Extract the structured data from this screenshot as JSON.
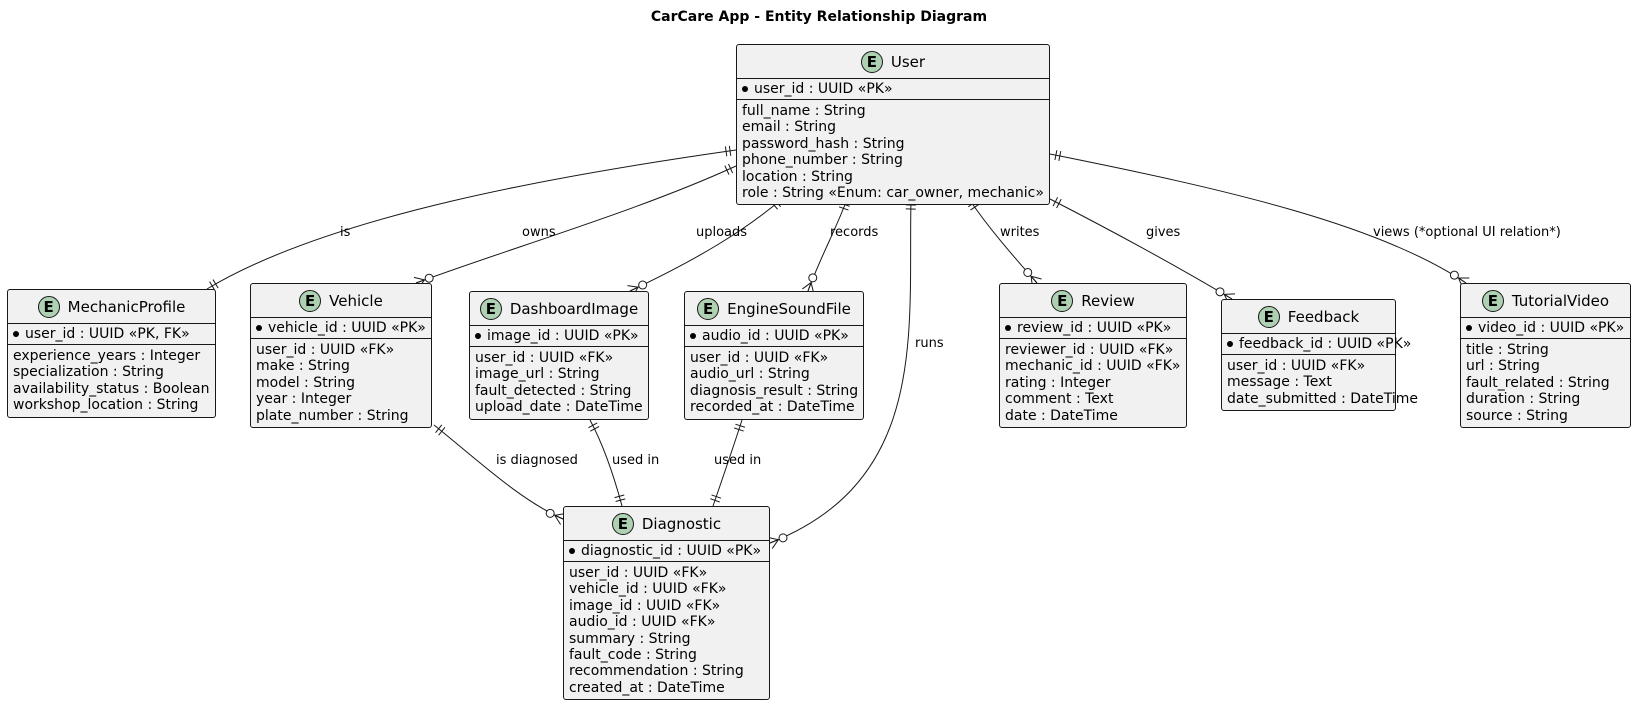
{
  "title": "CarCare App - Entity Relationship Diagram",
  "badge_letter": "E",
  "entities": [
    {
      "id": "user",
      "name": "User",
      "pk": "user_id : UUID «PK»",
      "attrs": [
        "full_name : String",
        "email : String",
        "password_hash : String",
        "phone_number : String",
        "location : String",
        "role : String «Enum: car_owner, mechanic»"
      ]
    },
    {
      "id": "mechanic",
      "name": "MechanicProfile",
      "pk": "user_id : UUID «PK, FK»",
      "attrs": [
        "experience_years : Integer",
        "specialization : String",
        "availability_status : Boolean",
        "workshop_location : String"
      ]
    },
    {
      "id": "vehicle",
      "name": "Vehicle",
      "pk": "vehicle_id : UUID «PK»",
      "attrs": [
        "user_id : UUID «FK»",
        "make : String",
        "model : String",
        "year : Integer",
        "plate_number : String"
      ]
    },
    {
      "id": "dashboard",
      "name": "DashboardImage",
      "pk": "image_id : UUID «PK»",
      "attrs": [
        "user_id : UUID «FK»",
        "image_url : String",
        "fault_detected : String",
        "upload_date : DateTime"
      ]
    },
    {
      "id": "engine",
      "name": "EngineSoundFile",
      "pk": "audio_id : UUID «PK»",
      "attrs": [
        "user_id : UUID «FK»",
        "audio_url : String",
        "diagnosis_result : String",
        "recorded_at : DateTime"
      ]
    },
    {
      "id": "review",
      "name": "Review",
      "pk": "review_id : UUID «PK»",
      "attrs": [
        "reviewer_id : UUID «FK»",
        "mechanic_id : UUID «FK»",
        "rating : Integer",
        "comment : Text",
        "date : DateTime"
      ]
    },
    {
      "id": "feedback",
      "name": "Feedback",
      "pk": "feedback_id : UUID «PK»",
      "attrs": [
        "user_id : UUID «FK»",
        "message : Text",
        "date_submitted : DateTime"
      ]
    },
    {
      "id": "tutorial",
      "name": "TutorialVideo",
      "pk": "video_id : UUID «PK»",
      "attrs": [
        "title : String",
        "url : String",
        "fault_related : String",
        "duration : String",
        "source : String"
      ]
    },
    {
      "id": "diagnostic",
      "name": "Diagnostic",
      "pk": "diagnostic_id : UUID «PK»",
      "attrs": [
        "user_id : UUID «FK»",
        "vehicle_id : UUID «FK»",
        "image_id : UUID «FK»",
        "audio_id : UUID «FK»",
        "summary : String",
        "fault_code : String",
        "recommendation : String",
        "created_at : DateTime"
      ]
    }
  ],
  "relations": [
    {
      "id": "user-mechanic",
      "label": "is"
    },
    {
      "id": "user-vehicle",
      "label": "owns"
    },
    {
      "id": "user-dashboard",
      "label": "uploads"
    },
    {
      "id": "user-engine",
      "label": "records"
    },
    {
      "id": "user-diagnostic",
      "label": "runs"
    },
    {
      "id": "user-review",
      "label": "writes"
    },
    {
      "id": "user-feedback",
      "label": "gives"
    },
    {
      "id": "user-tutorial",
      "label": "views (*optional UI relation*)"
    },
    {
      "id": "vehicle-diagnostic",
      "label": "is diagnosed"
    },
    {
      "id": "dashboard-diagnostic",
      "label": "used in"
    },
    {
      "id": "engine-diagnostic",
      "label": "used in"
    }
  ]
}
